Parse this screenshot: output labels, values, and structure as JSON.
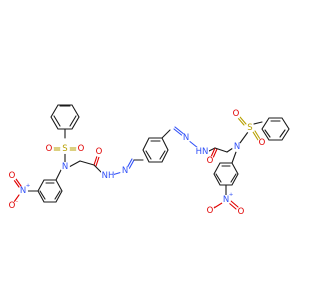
{
  "molecule": {
    "atom_labels": {
      "nitrogen": "N",
      "oxygen": "O",
      "sulfur": "S",
      "hydrogen_amide": "NH",
      "hydrogen_amide_rev": "HN",
      "nitro_n": "N",
      "nitro_o": "O",
      "plus": "+",
      "minus": "-"
    },
    "colors": {
      "carbon_bond": "#1a1a1a",
      "nitrogen": "#3050f8",
      "oxygen": "#e00000",
      "sulfur": "#b8a000",
      "background": "#ffffff"
    }
  }
}
